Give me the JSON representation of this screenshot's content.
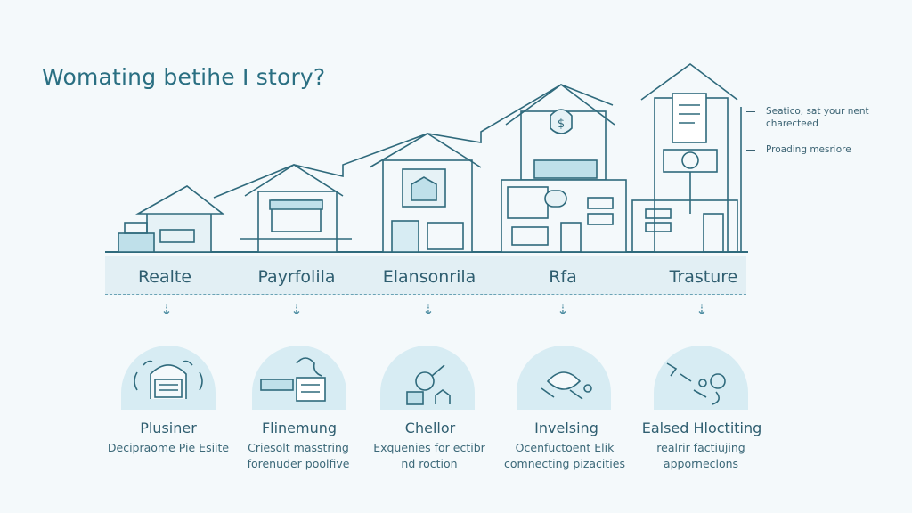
{
  "title": "Womating betihe I story?",
  "notes": [
    {
      "text_1": "Seatico, sat your nent",
      "text_2": "charecteed"
    },
    {
      "text_1": "Proading mesriore"
    }
  ],
  "stages": [
    {
      "label": "Realte",
      "title": "Plusiner",
      "desc_1": "Decipraome Pie Esiite",
      "desc_2": ""
    },
    {
      "label": "Payrfolila",
      "title": "Flinemung",
      "desc_1": "Criesolt masstring",
      "desc_2": "forenuder poolfive"
    },
    {
      "label": "Elansonrila",
      "title": "Chellor",
      "desc_1": "Exquenies for ectibr",
      "desc_2": "nd roction"
    },
    {
      "label": "Rfa",
      "title": "Invelsing",
      "desc_1": "Ocenfuctoent Elik",
      "desc_2": "comnecting pizacities"
    },
    {
      "label": "Trasture",
      "title": "Ealsed Hloctiting",
      "desc_1": "realrir factiujing",
      "desc_2": "apporneclons"
    }
  ],
  "colors": {
    "stroke": "#2f6a7c",
    "accent": "#2a6f82",
    "fill": "#e6f2f6"
  }
}
